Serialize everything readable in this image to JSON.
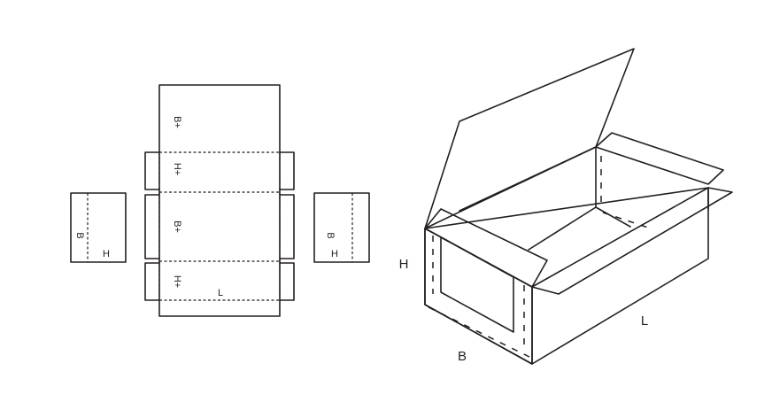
{
  "colors": {
    "line": "#231f20",
    "background": "#ffffff"
  },
  "flat": {
    "top_flap_label": "B+",
    "upper_band_label": "H+",
    "middle_panel_label": "B+",
    "lower_band_label": "H+",
    "lower_band_length_label": "L",
    "left_end_width_label": "B",
    "left_end_height_label": "H",
    "right_end_width_label": "B",
    "right_end_height_label": "H"
  },
  "box3d": {
    "height_label": "H",
    "width_label": "B",
    "length_label": "L"
  }
}
